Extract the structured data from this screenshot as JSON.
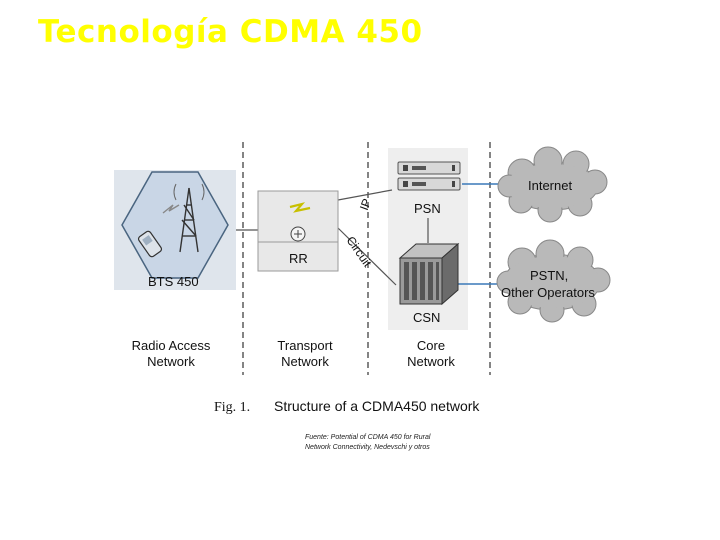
{
  "slide": {
    "title": "Tecnología CDMA 450"
  },
  "diagram": {
    "nodes": {
      "bts": "BTS 450",
      "rr": "RR",
      "psn": "PSN",
      "csn": "CSN",
      "internet": "Internet",
      "pstn_line1": "PSTN,",
      "pstn_line2": "Other Operators"
    },
    "links": {
      "ip": "IP",
      "circuit": "Circuit"
    },
    "columns": [
      {
        "line1": "Radio Access",
        "line2": "Network"
      },
      {
        "line1": "Transport",
        "line2": "Network"
      },
      {
        "line1": "Core",
        "line2": "Network"
      }
    ],
    "figure_caption": {
      "prefix": "Fig. 1.",
      "text": "Structure of a CDMA450 network"
    }
  },
  "source": {
    "line1": "Fuente: Potential of CDMA 450 for Rural",
    "line2": "Network Connectivity, Nedevschi y otros"
  },
  "colors": {
    "title": "#ffff00",
    "bts_hex": "#c9d6e6",
    "cloud": "#b9b9b9",
    "link_blue": "#3a79b8"
  }
}
